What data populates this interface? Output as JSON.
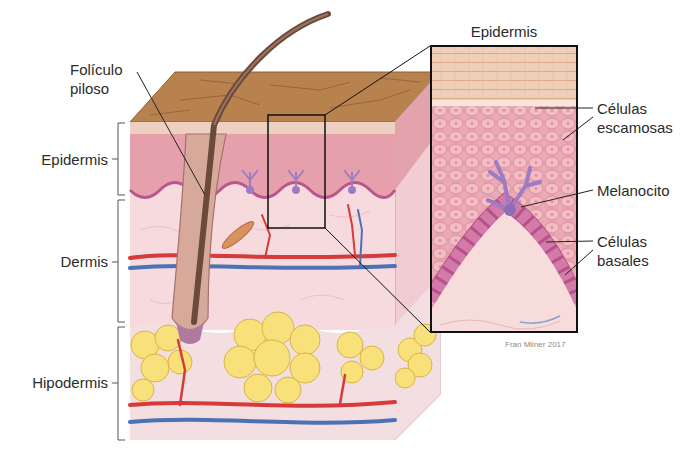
{
  "diagram": {
    "nodes": [
      {
        "text": [
          "Epidermis"
        ]
      }
    ],
    "labels": [
      "Folículo piloso",
      "Epidermis",
      "Dermis",
      "Hipodermis",
      "Células escamosas",
      "Melanocito",
      "Células basales",
      "Fran Milner 2017"
    ]
  }
}
